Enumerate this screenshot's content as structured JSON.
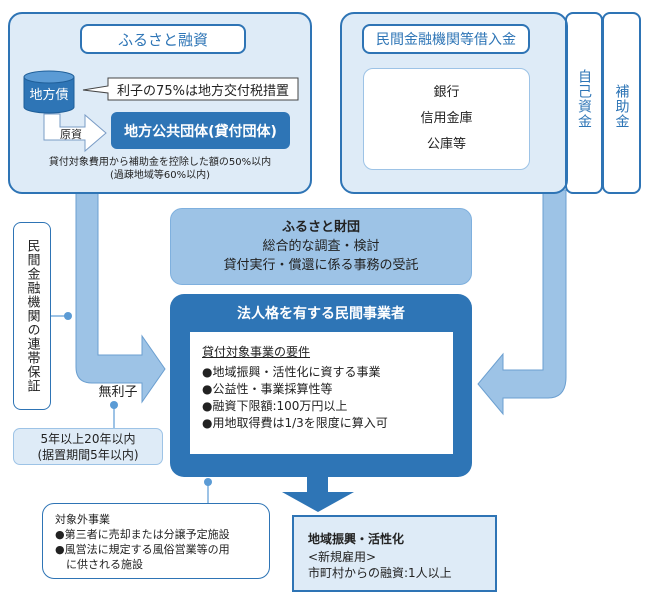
{
  "colors": {
    "dark_blue": "#2e75b6",
    "mid_blue": "#9dc3e6",
    "light_blue_bg": "#deebf7",
    "border_blue": "#2e74b5"
  },
  "furusato_loan": {
    "title": "ふるさと融資",
    "bond_label": "地方債",
    "callout": "利子の75%は地方交付税措置",
    "source_label": "原資",
    "lender": "地方公共団体(貸付団体)",
    "note_line1": "貸付対象費用から補助金を控除した額の50%以内",
    "note_line2": "(過疎地域等60%以内)"
  },
  "private_loans": {
    "title": "民間金融機関等借入金",
    "items": [
      "銀行",
      "信用金庫",
      "公庫等"
    ]
  },
  "own_funds": "自己資金",
  "subsidy": "補助金",
  "guarantee": "民間金融機関の連帯保証",
  "interest_free": "無利子",
  "term": {
    "line1": "5年以上20年以内",
    "line2": "(据置期間5年以内)"
  },
  "foundation": {
    "title": "ふるさと財団",
    "line1": "総合的な調査・検討",
    "line2": "貸付実行・償還に係る事務の受託"
  },
  "business": {
    "title": "法人格を有する民間事業者",
    "req_title": "貸付対象事業の要件",
    "requirements": [
      "●地域振興・活性化に資する事業",
      "●公益性・事業採算性等",
      "●融資下限額:100万円以上",
      "●用地取得費は1/3を限度に算入可"
    ]
  },
  "excluded": {
    "title": "対象外事業",
    "items": [
      "●第三者に売却または分譲予定施設",
      "●風営法に規定する風俗営業等の用",
      "　に供される施設"
    ]
  },
  "outcome": {
    "title": "地域振興・活性化",
    "line1": "<新規雇用>",
    "line2": "市町村からの融資:1人以上"
  }
}
